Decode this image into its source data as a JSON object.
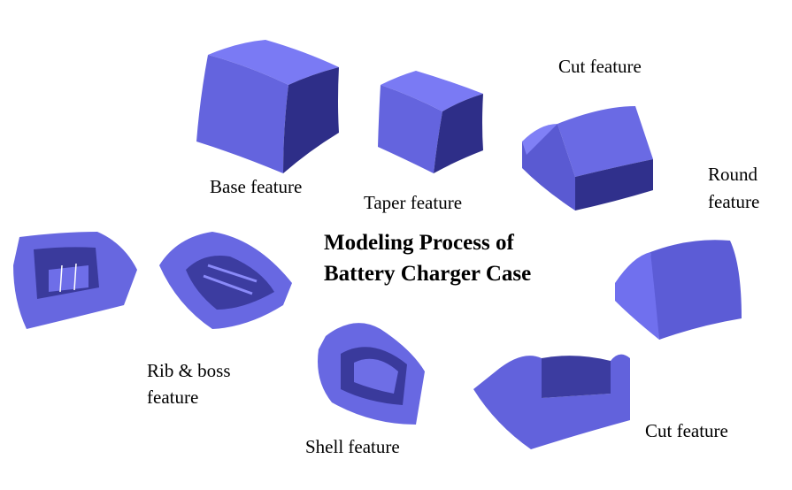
{
  "title": {
    "line1": "Modeling Process of",
    "line2": "Battery Charger Case"
  },
  "steps": {
    "base": "Base feature",
    "taper": "Taper feature",
    "cut1": "Cut feature",
    "round": {
      "line1": "Round",
      "line2": "feature"
    },
    "cut2": "Cut feature",
    "shell": "Shell feature",
    "rib": {
      "line1": "Rib & boss",
      "line2": "feature"
    }
  },
  "colors": {
    "light": "#7474f2",
    "mid": "#5f5fd8",
    "dark": "#2c2c86"
  }
}
